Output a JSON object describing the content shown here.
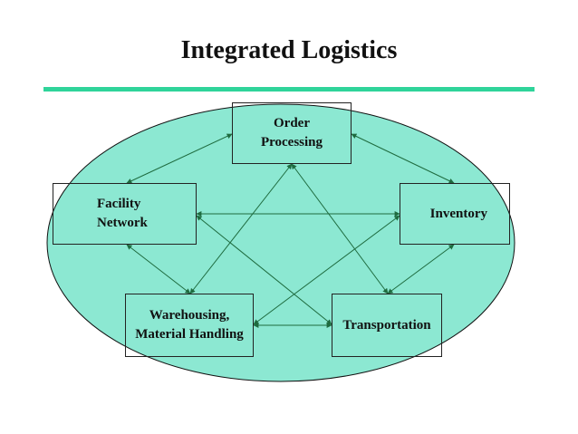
{
  "title": "Integrated Logistics",
  "colors": {
    "accent_rule": "#2fd49a",
    "ellipse_fill": "#8ce8d2",
    "arrow": "#1e6b3f",
    "border": "#222222"
  },
  "nodes": {
    "order_processing": {
      "line1": "Order",
      "line2": "Processing"
    },
    "facility_network": {
      "line1": "Facility",
      "line2": "Network"
    },
    "inventory": {
      "line1": "Inventory"
    },
    "warehousing": {
      "line1": "Warehousing,",
      "line2": "Material Handling"
    },
    "transportation": {
      "line1": "Transportation"
    }
  }
}
